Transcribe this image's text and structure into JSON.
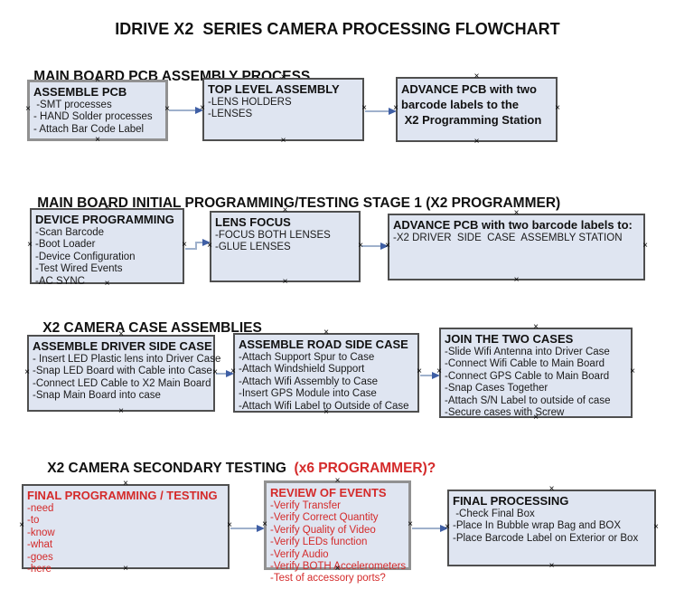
{
  "title": "IDRIVE X2  SERIES CAMERA PROCESSING FLOWCHART",
  "handle_glyph": "×",
  "colors": {
    "box_fill": "#dfe5f1",
    "box_border": "#4f4f4f",
    "arrow_line": "#9fb1cc",
    "arrow_head": "#3f5fa5",
    "red_text": "#d42a2a"
  },
  "sections": [
    {
      "header": "MAIN BOARD PCB ASSEMBLY PROCESS",
      "boxes": [
        {
          "title": "ASSEMBLE PCB",
          "items": [
            " -SMT processes",
            "- HAND Solder processes",
            "- Attach Bar Code Label"
          ]
        },
        {
          "title": "TOP LEVEL ASSEMBLY",
          "items": [
            "-LENS HOLDERS",
            "-LENSES"
          ]
        },
        {
          "title": "ADVANCE PCB with two\nbarcode labels to the\n X2 Programming Station",
          "items": []
        }
      ]
    },
    {
      "header": "MAIN BOARD INITIAL PROGRAMMING/TESTING STAGE 1 (X2 PROGRAMMER)",
      "boxes": [
        {
          "title": "DEVICE PROGRAMMING",
          "items": [
            "-Scan Barcode",
            "-Boot Loader",
            "-Device Configuration",
            "-Test Wired Events",
            "-AC SYNC"
          ]
        },
        {
          "title": "LENS FOCUS",
          "items": [
            "-FOCUS BOTH LENSES",
            "-GLUE LENSES"
          ]
        },
        {
          "title": "ADVANCE PCB with two barcode labels to:",
          "items": [
            "-X2 DRIVER  SIDE  CASE  ASSEMBLY STATION"
          ]
        }
      ]
    },
    {
      "header": "X2 CAMERA CASE ASSEMBLIES",
      "boxes": [
        {
          "title": "ASSEMBLE DRIVER SIDE CASE",
          "items": [
            "- Insert LED Plastic lens into Driver Case",
            "-Snap LED Board with Cable into Case",
            "-Connect LED Cable to X2 Main Board",
            "-Snap Main Board into case"
          ]
        },
        {
          "title": "ASSEMBLE ROAD SIDE CASE",
          "items": [
            "-Attach Support Spur to Case",
            "-Attach Windshield Support",
            "-Attach Wifi Assembly to Case",
            "-Insert GPS Module into Case",
            "-Attach Wifi Label to Outside of Case"
          ]
        },
        {
          "title": "JOIN THE TWO CASES",
          "items": [
            "-Slide Wifi Antenna into Driver Case",
            "-Connect Wifi Cable to Main Board",
            "-Connect GPS Cable to Main Board",
            "-Snap Cases Together",
            "-Attach S/N Label to outside of case",
            "-Secure cases with Screw"
          ]
        }
      ]
    },
    {
      "header": "X2 CAMERA SECONDARY TESTING  ",
      "header_red": "(x6 PROGRAMMER)?",
      "boxes": [
        {
          "title": "FINAL PROGRAMMING / TESTING",
          "items": [
            "-need",
            "-to",
            "-know",
            "-what",
            "-goes",
            "-here"
          ]
        },
        {
          "title": "REVIEW OF EVENTS",
          "items": [
            "-Verify Transfer",
            "-Verify Correct Quantity",
            "-Verify Quality of Video",
            "-Verify LEDs function",
            "-Verify Audio",
            "-Verify BOTH Accelerometers",
            "-Test of accessory ports?"
          ]
        },
        {
          "title": "FINAL PROCESSING",
          "items": [
            " -Check Final Box",
            "-Place In Bubble wrap Bag and BOX",
            "-Place Barcode Label on Exterior or Box"
          ]
        }
      ]
    }
  ]
}
